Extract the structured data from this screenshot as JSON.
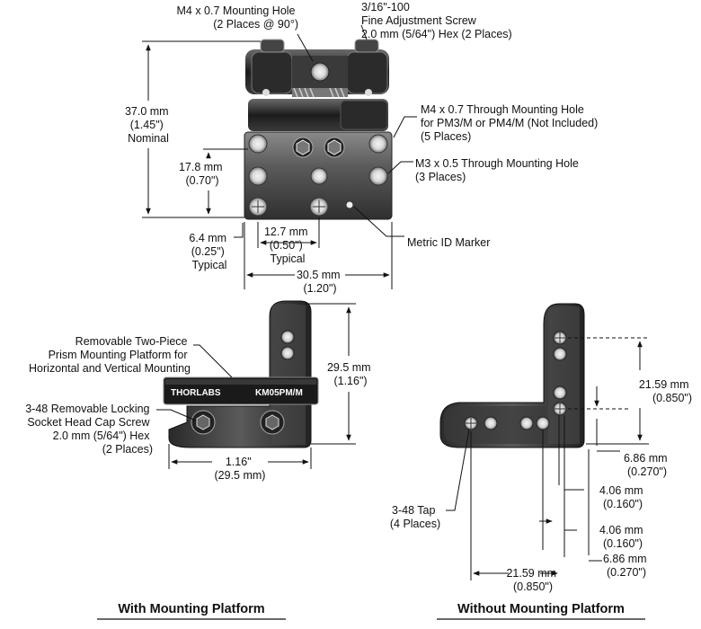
{
  "top_view": {
    "callout_m4_hole": [
      "M4 x 0.7 Mounting Hole",
      "(2 Places @ 90°)"
    ],
    "callout_adj_screw": [
      "3/16\"-100",
      "Fine Adjustment Screw",
      "2.0 mm (5/64\") Hex (2 Places)"
    ],
    "callout_m4_through": [
      "M4 x 0.7 Through Mounting Hole",
      "for PM3/M or PM4/M (Not Included)",
      "(5 Places)"
    ],
    "callout_m3_through": [
      "M3 x 0.5 Through Mounting Hole",
      "(3 Places)"
    ],
    "callout_metric_id": "Metric ID Marker",
    "dim_height": [
      "37.0 mm",
      "(1.45\")",
      "Nominal"
    ],
    "dim_17_8": [
      "17.8 mm",
      "(0.70\")"
    ],
    "dim_6_4": [
      "6.4 mm",
      "(0.25\")",
      "Typical"
    ],
    "dim_12_7": [
      "12.7 mm",
      "(0.50\")",
      "Typical"
    ],
    "dim_30_5": [
      "30.5 mm",
      "(1.20\")"
    ]
  },
  "left_view": {
    "callout_platform": [
      "Removable Two-Piece",
      "Prism Mounting Platform for",
      "Horizontal and Vertical Mounting"
    ],
    "callout_locking_screw": [
      "3-48 Removable Locking",
      "Socket Head Cap Screw",
      "2.0 mm (5/64\") Hex",
      "(2 Places)"
    ],
    "engraving_brand": "THORLABS",
    "engraving_model": "KM05PM/M",
    "dim_29_5": [
      "29.5 mm",
      "(1.16\")"
    ],
    "dim_1_16": [
      "1.16\"",
      "(29.5 mm)"
    ],
    "caption": "With Mounting Platform"
  },
  "right_view": {
    "callout_tap": [
      "3-48 Tap",
      "(4 Places)"
    ],
    "dim_21_59_v": [
      "21.59 mm",
      "(0.850\")"
    ],
    "dim_6_86_a": [
      "6.86 mm",
      "(0.270\")"
    ],
    "dim_4_06_a": [
      "4.06 mm",
      "(0.160\")"
    ],
    "dim_4_06_b": [
      "4.06 mm",
      "(0.160\")"
    ],
    "dim_6_86_b": [
      "6.86 mm",
      "(0.270\")"
    ],
    "dim_21_59_h": [
      "21.59 mm",
      "(0.850\")"
    ],
    "caption": "Without Mounting Platform"
  }
}
